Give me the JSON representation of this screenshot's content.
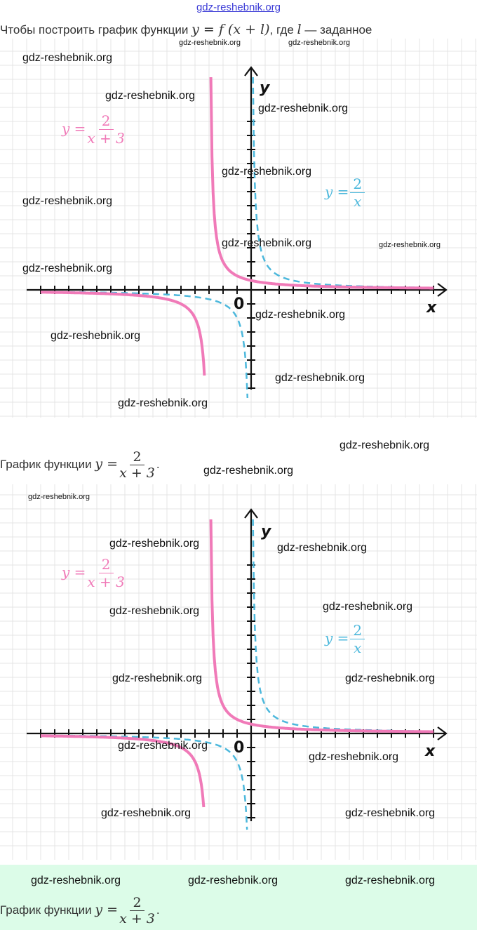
{
  "top_link": "gdz-reshebnik.org",
  "intro": {
    "text_before": "Чтобы построить график функции",
    "formula": "y = f (x + l)",
    "text_after": ", где",
    "var": "l",
    "text_end": "— заданное"
  },
  "graphs": [
    {
      "pink_label": {
        "lhs": "y =",
        "num": "2",
        "den": "x + 3"
      },
      "blue_label": {
        "lhs": "y =",
        "num": "2",
        "den": "x"
      },
      "x_axis": "x",
      "y_axis": "y",
      "origin": "0"
    },
    {
      "pink_label": {
        "lhs": "y =",
        "num": "2",
        "den": "x + 3"
      },
      "blue_label": {
        "lhs": "y =",
        "num": "2",
        "den": "x"
      },
      "x_axis": "x",
      "y_axis": "y",
      "origin": "0"
    }
  ],
  "caption1": {
    "text": "График функции",
    "lhs": "y =",
    "num": "2",
    "den": "x + 3",
    "end": "."
  },
  "caption2": {
    "text": "График функции",
    "lhs": "y =",
    "num": "2",
    "den": "x + 3",
    "end": "."
  },
  "watermark": "gdz-reshebnik.org",
  "colors": {
    "pink": "#f07ab8",
    "blue": "#4cb8dc",
    "grid": "#e4e4e4",
    "green_bg": "#dcfce8"
  }
}
